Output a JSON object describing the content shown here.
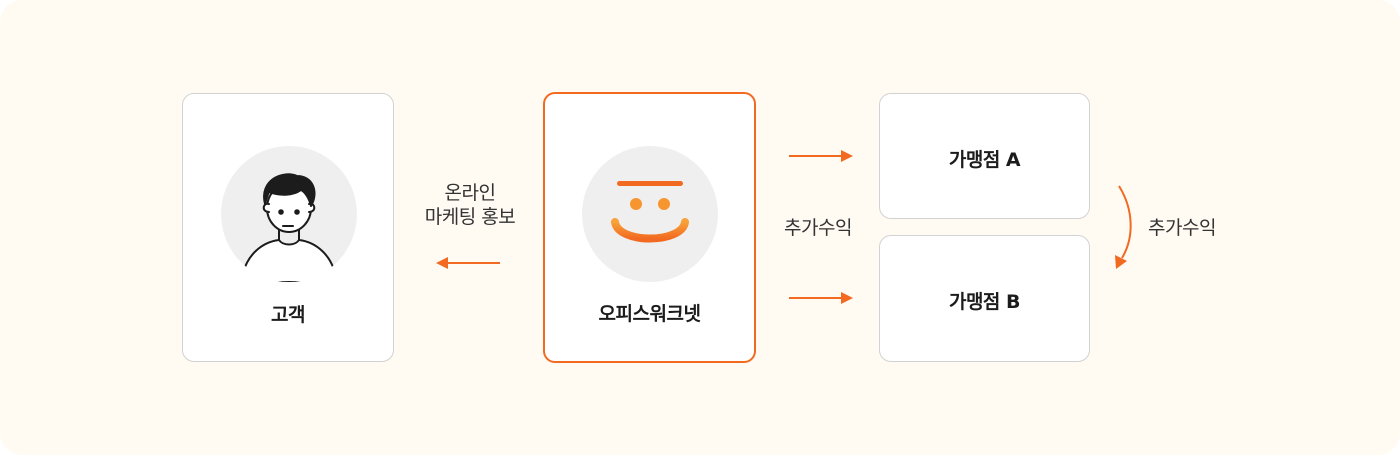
{
  "nodes": {
    "customer": {
      "label": "고객"
    },
    "office": {
      "label": "오피스워크넷"
    },
    "franchise_a": {
      "label": "가맹점 A"
    },
    "franchise_b": {
      "label": "가맹점 B"
    }
  },
  "edges": {
    "marketing": {
      "line1": "온라인",
      "line2": "마케팅 홍보"
    },
    "revenue_left": {
      "label": "추가수익"
    },
    "revenue_right": {
      "label": "추가수익"
    }
  },
  "colors": {
    "accent": "#f26a21",
    "border": "#d2d2d2",
    "background": "#fffbf3"
  }
}
